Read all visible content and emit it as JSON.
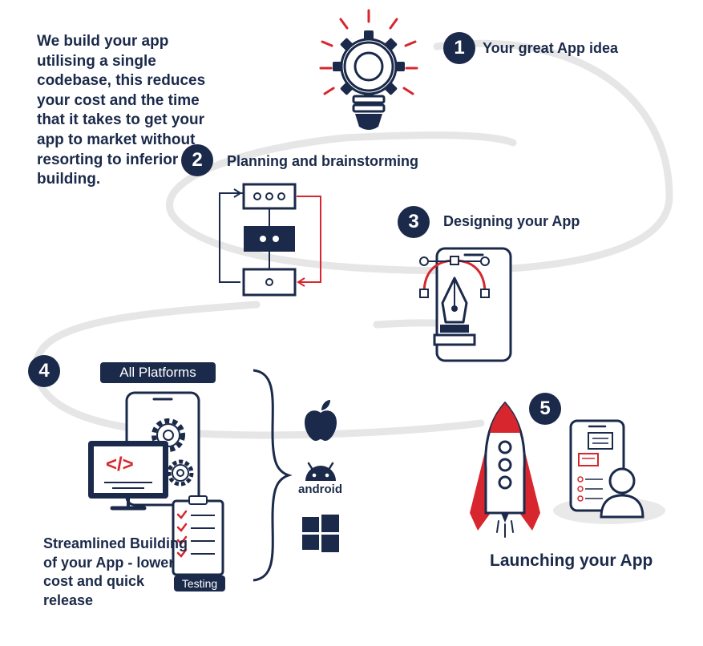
{
  "intro_text": "We build your app utilising a single codebase, this reduces your cost and the time that it takes to get your app to market without resorting to inferior app building.",
  "steps": [
    {
      "number": "1",
      "label": "Your great App idea"
    },
    {
      "number": "2",
      "label": "Planning and brainstorming"
    },
    {
      "number": "3",
      "label": "Designing your App"
    },
    {
      "number": "4",
      "label": "Streamlined Building of your App - lower cost and quick release"
    },
    {
      "number": "5",
      "label": "Launching your App"
    }
  ],
  "all_platforms_label": "All Platforms",
  "testing_label": "Testing",
  "platforms": [
    {
      "name": "apple-logo-icon"
    },
    {
      "name": "android-logo-icon",
      "text": "android"
    },
    {
      "name": "windows-logo-icon"
    }
  ],
  "code_icon_text": "</>",
  "colors": {
    "navy": "#1b2a4a",
    "red": "#d7262e",
    "swirl": "#e6e6e6"
  }
}
